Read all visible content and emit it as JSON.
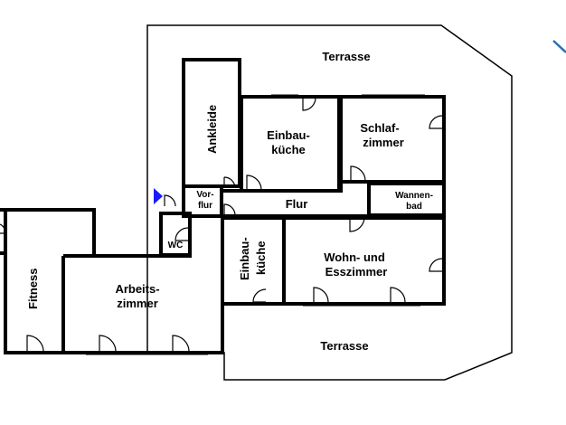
{
  "plan": {
    "terrace_top": "Terrasse",
    "terrace_bottom": "Terrasse",
    "rooms": {
      "ankleide": "Ankleide",
      "einbaukueche_top_1": "Einbau-",
      "einbaukueche_top_2": "küche",
      "schlafzimmer_1": "Schlaf-",
      "schlafzimmer_2": "zimmer",
      "vorflur_1": "Vor-",
      "vorflur_2": "flur",
      "flur": "Flur",
      "wannenbad_1": "Wannen-",
      "wannenbad_2": "bad",
      "wc": "WC",
      "einbaukueche_mid_1": "Einbau-",
      "einbaukueche_mid_2": "küche",
      "wohn_1": "Wohn- und",
      "wohn_2": "Esszimmer",
      "fitness": "Fitness",
      "arbeits_1": "Arbeits-",
      "arbeits_2": "zimmer"
    },
    "colors": {
      "wall": "#000000",
      "entrance_arrow": "#1a1aff",
      "compass": "#2a6fb0"
    }
  }
}
